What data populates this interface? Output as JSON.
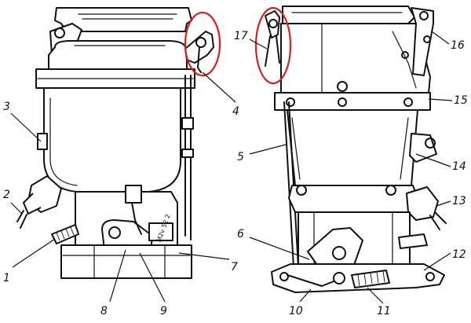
{
  "callouts": [
    {
      "id": "1",
      "text": "1"
    },
    {
      "id": "2",
      "text": "2"
    },
    {
      "id": "3",
      "text": "3"
    },
    {
      "id": "4",
      "text": "4"
    },
    {
      "id": "5",
      "text": "5"
    },
    {
      "id": "6",
      "text": "6"
    },
    {
      "id": "7",
      "text": "7"
    },
    {
      "id": "8",
      "text": "8"
    },
    {
      "id": "9",
      "text": "9"
    },
    {
      "id": "10",
      "text": "10"
    },
    {
      "id": "11",
      "text": "11"
    },
    {
      "id": "12",
      "text": "12"
    },
    {
      "id": "13",
      "text": "13"
    },
    {
      "id": "14",
      "text": "14"
    },
    {
      "id": "15",
      "text": "15"
    },
    {
      "id": "16",
      "text": "16"
    },
    {
      "id": "17",
      "text": "17"
    }
  ],
  "plate_text": "M2v 52 2",
  "highlight_color": "#d62020"
}
